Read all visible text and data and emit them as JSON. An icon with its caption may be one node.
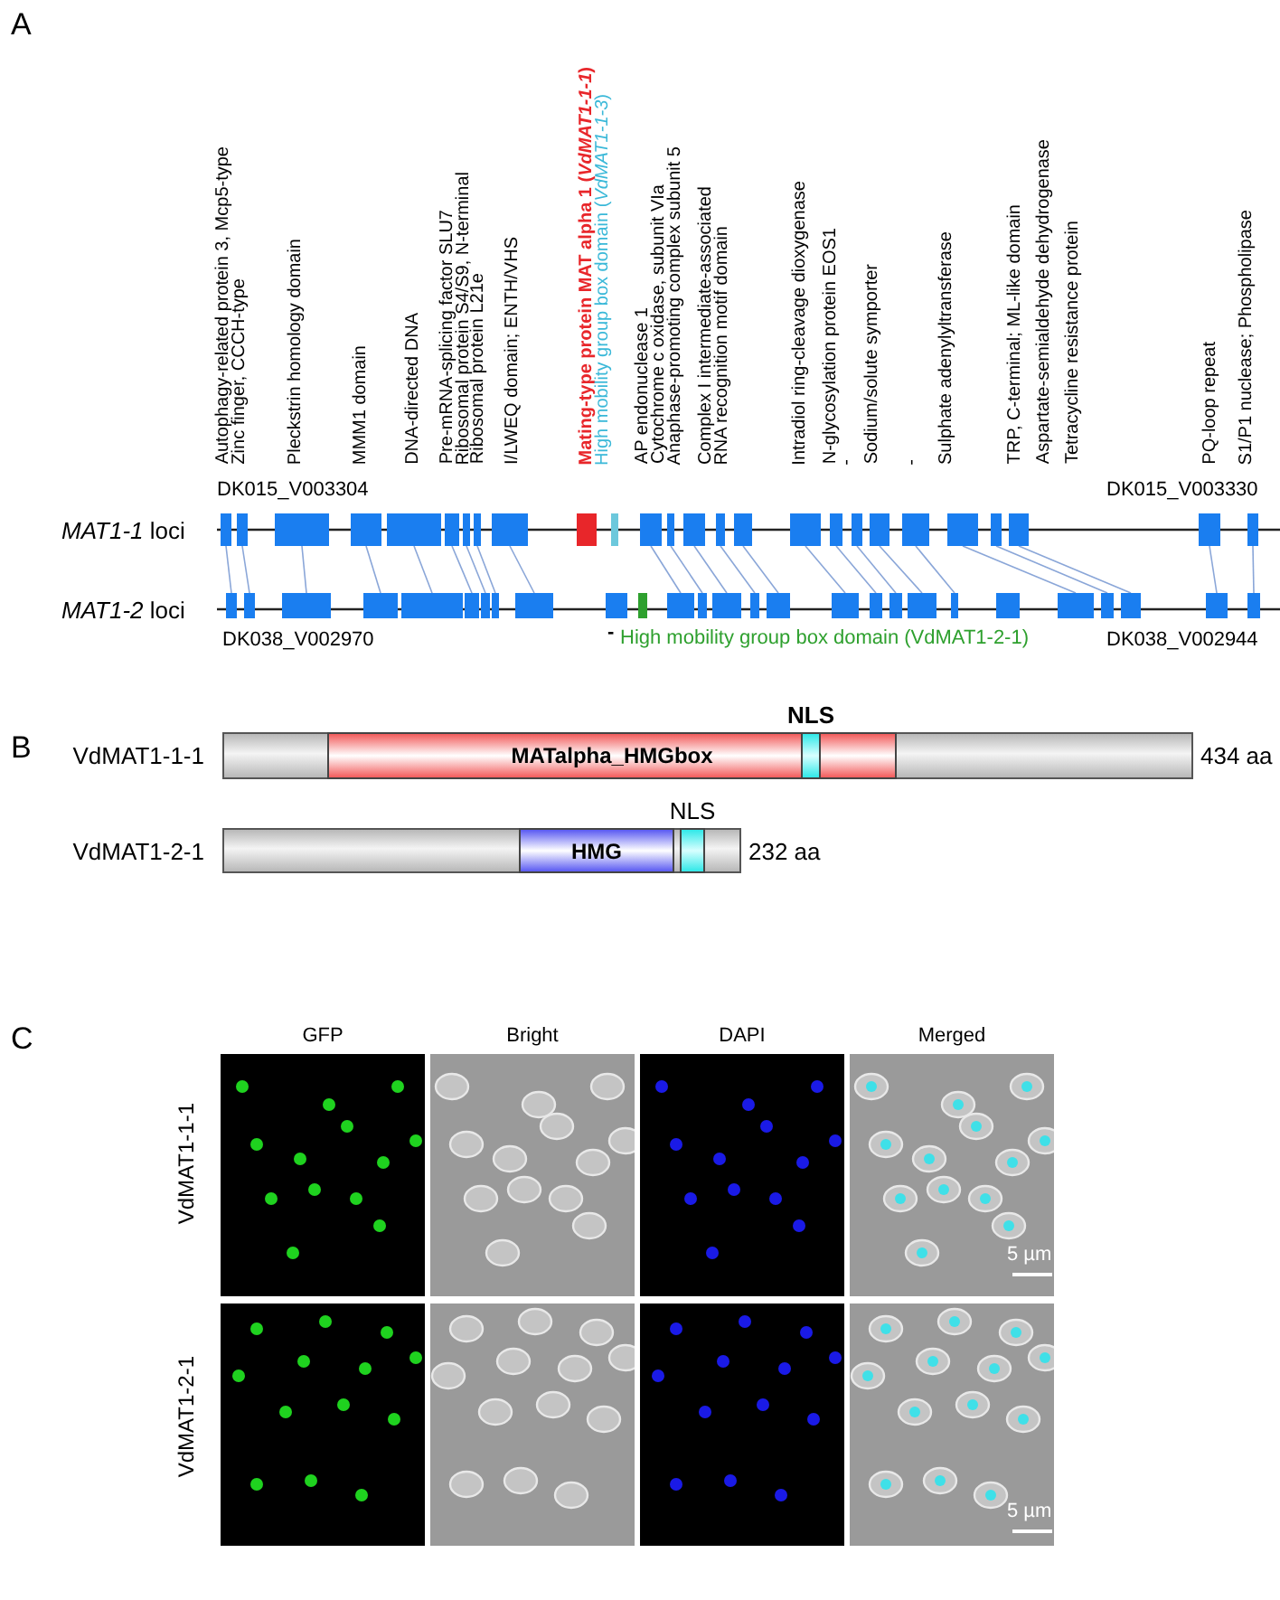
{
  "diagram": {
    "nodes": [
      {
        "text": [
          "VdMAT1-1-1"
        ],
        "beside": [
          "434 aa"
        ]
      },
      {
        "text": [
          "MATalpha_HMGbox"
        ],
        "in": 0
      },
      {
        "text": [
          "NLS"
        ],
        "in": 1
      },
      {
        "text": [
          "VdMAT1-2-1"
        ],
        "beside": [
          "232 aa"
        ]
      },
      {
        "text": [
          "HMG"
        ],
        "in": 3
      },
      {
        "text": [
          "NLS"
        ],
        "in": 3
      }
    ],
    "labels": [
      "A",
      "Autophagy-related protein 3, Mcp5-type",
      "Zinc finger,  CCCH-type",
      "Pleckstrin homology domain",
      "MMM1 domain",
      "DNA-directed DNA",
      "Pre-mRNA-splicing factor SLU7",
      "Ribosomal protein S4/S9, N-terminal",
      "Ribosomal protein L21e",
      "I/LWEQ domain; ENTH/VHS",
      "Mating-type protein MAT alpha 1 (*VdMAT1-1-1*)",
      "High mobility group box domain (*VdMAT1-1-3*)",
      "AP endonuclease 1",
      "Cytochrome c oxidase, subunit VIa",
      "Anaphase-promoting complex subunit 5",
      "Complex I intermediate-associated",
      "RNA recognition motif domain",
      "Intradiol ring-cleavage dioxygenase",
      "N-glycosylation protein EOS1",
      "-",
      "Sodium/solute symporter",
      "-",
      "Sulphate adenylyltransferase",
      "TRP, C-terminal; ML-like domain",
      "Aspartate-semialdehyde dehydrogenase",
      "Tetracycline resistance protein",
      "PQ-loop repeat",
      "S1/P1 nuclease; Phospholipase",
      "DK015_V003304",
      "DK015_V003330",
      "*MAT1-1* loci",
      "*MAT1-2* loci",
      "DK038_V002970",
      "-",
      "High mobility group box domain (VdMAT1-2-1)",
      "DK038_V002944",
      "B",
      "C",
      "GFP",
      "Bright",
      "DAPI",
      "Merged",
      "VdMAT1-1-1",
      "5 µm",
      "VdMAT1-2-1",
      "5 µm"
    ]
  }
}
